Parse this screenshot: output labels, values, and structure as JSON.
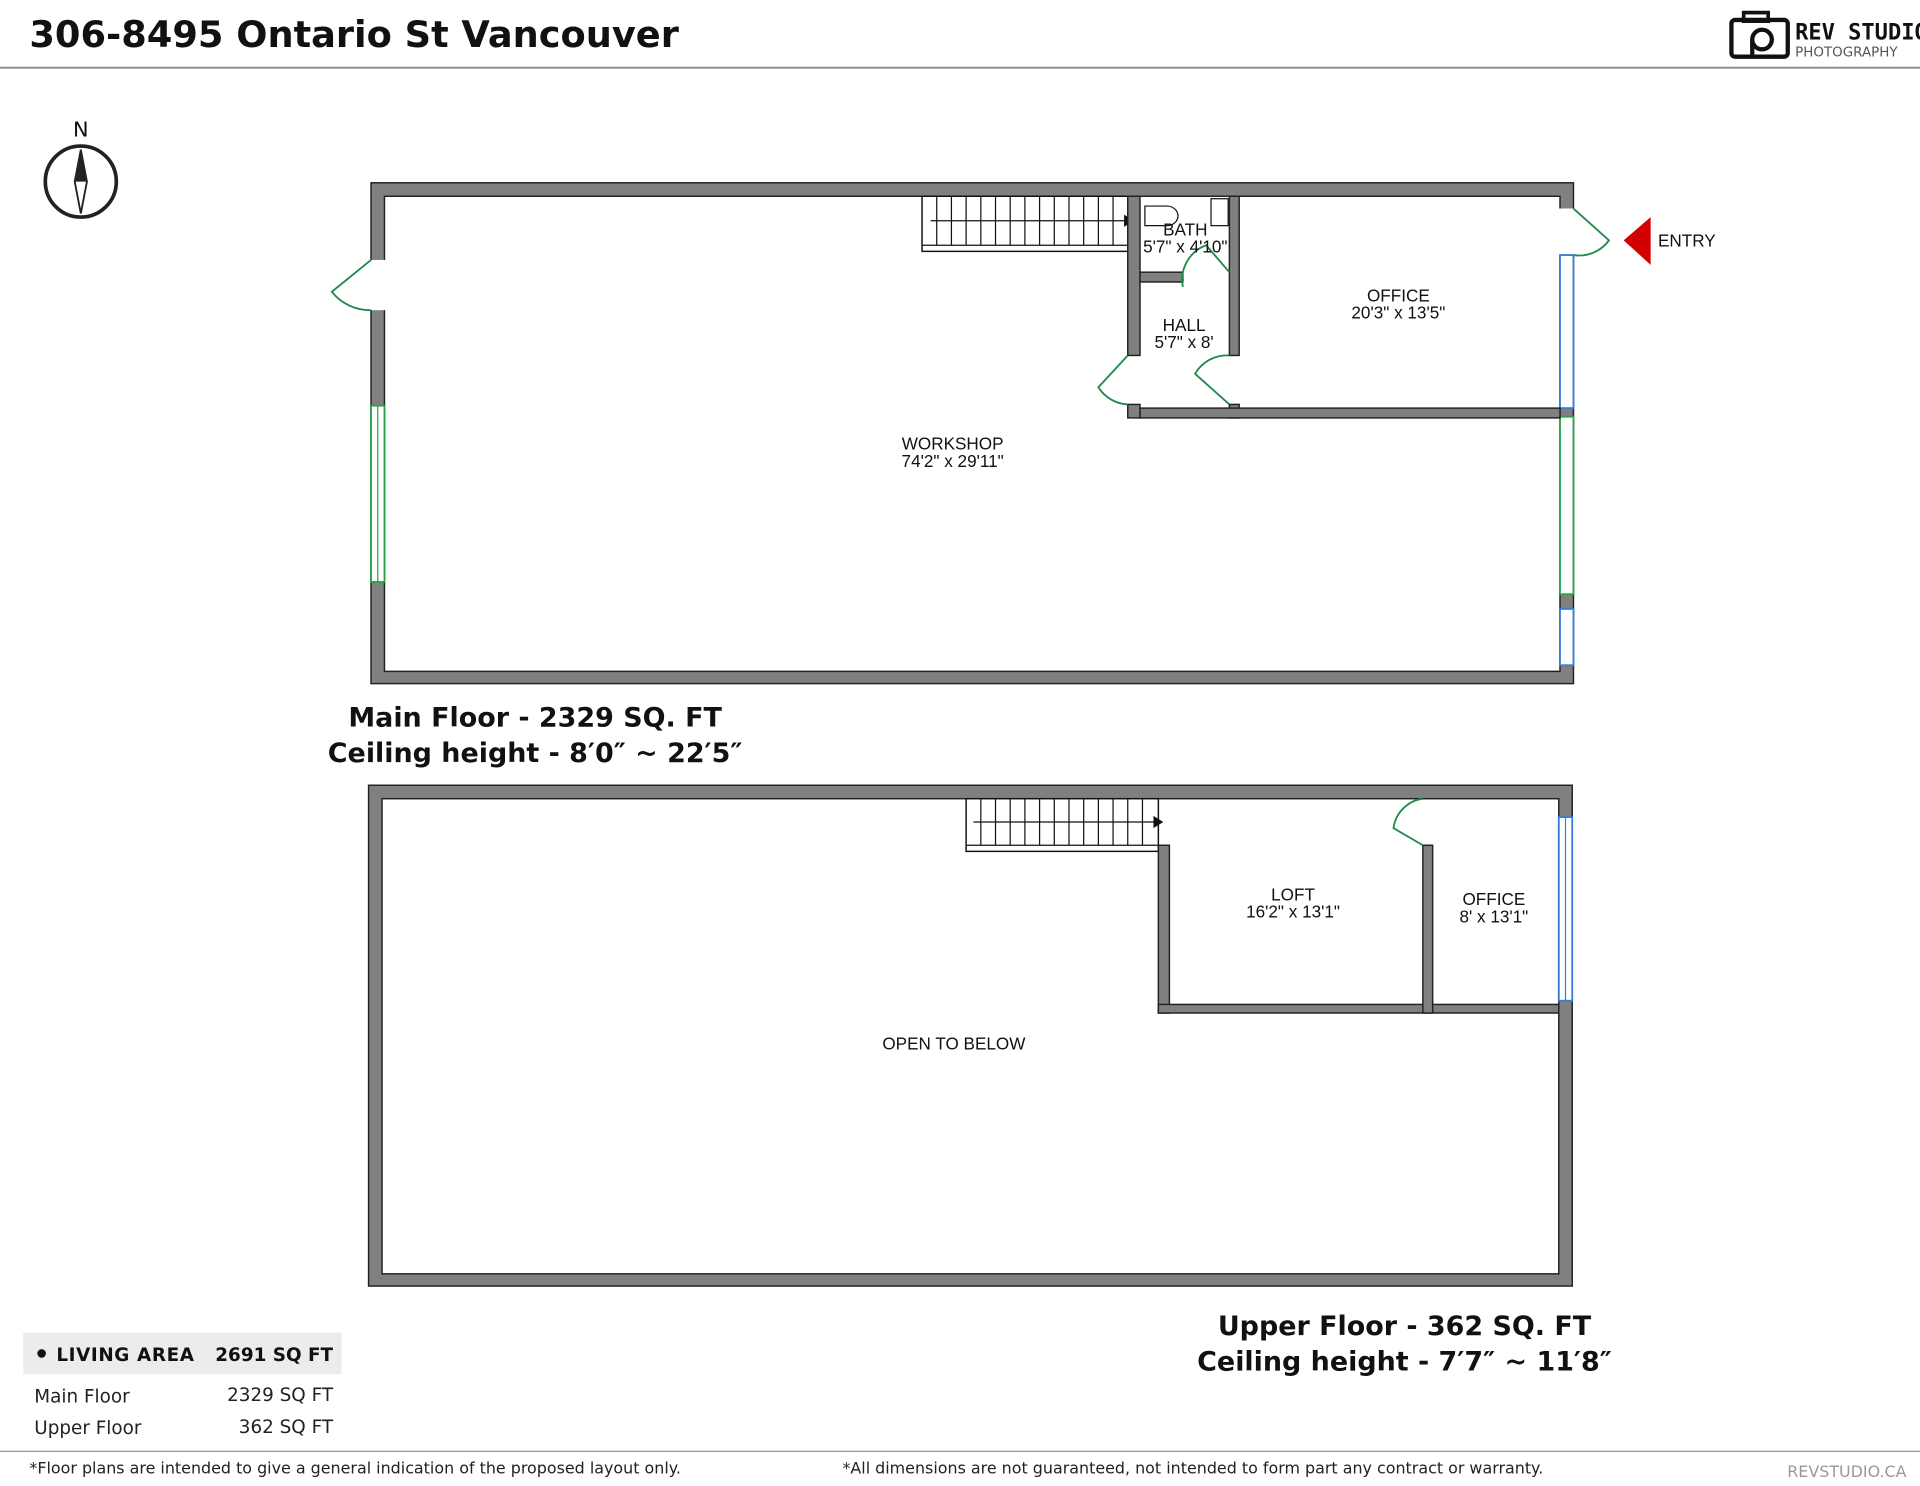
{
  "header": {
    "title": "306-8495 Ontario St Vancouver",
    "logo_text": "REV STUDIO",
    "logo_subtext": "PHOTOGRAPHY"
  },
  "compass": {
    "label": "N"
  },
  "main_floor": {
    "label": "Main Floor - 2329 SQ. FT",
    "ceiling": "Ceiling height - 8′0″ ~ 22′5″",
    "entry_label": "ENTRY",
    "entry_color": "#d40000",
    "rooms": [
      {
        "name": "WORKSHOP",
        "size": "74'2\" x 29'11\""
      },
      {
        "name": "BATH",
        "size": "5'7\" x 4'10\""
      },
      {
        "name": "HALL",
        "size": "5'7\" x 8'"
      },
      {
        "name": "OFFICE",
        "size": "20'3\" x 13'5\""
      }
    ]
  },
  "upper_floor": {
    "label": "Upper Floor - 362 SQ. FT",
    "ceiling": "Ceiling height - 7′7″ ~ 11′8″",
    "rooms": [
      {
        "name": "OPEN TO BELOW",
        "size": ""
      },
      {
        "name": "LOFT",
        "size": "16'2\" x 13'1\""
      },
      {
        "name": "OFFICE",
        "size": "8' x 13'1\""
      }
    ]
  },
  "area_table": {
    "header_label": "LIVING AREA",
    "header_value": "2691 SQ FT",
    "rows": [
      {
        "label": "Main Floor",
        "value": "2329 SQ FT"
      },
      {
        "label": "Upper Floor",
        "value": "362 SQ FT"
      }
    ]
  },
  "footer": {
    "disclaimer_left": "*Floor plans are intended to give a general indication of the proposed layout only.",
    "disclaimer_right": "*All dimensions are not guaranteed, not intended to form part any contract or warranty.",
    "website": "REVSTUDIO.CA"
  }
}
